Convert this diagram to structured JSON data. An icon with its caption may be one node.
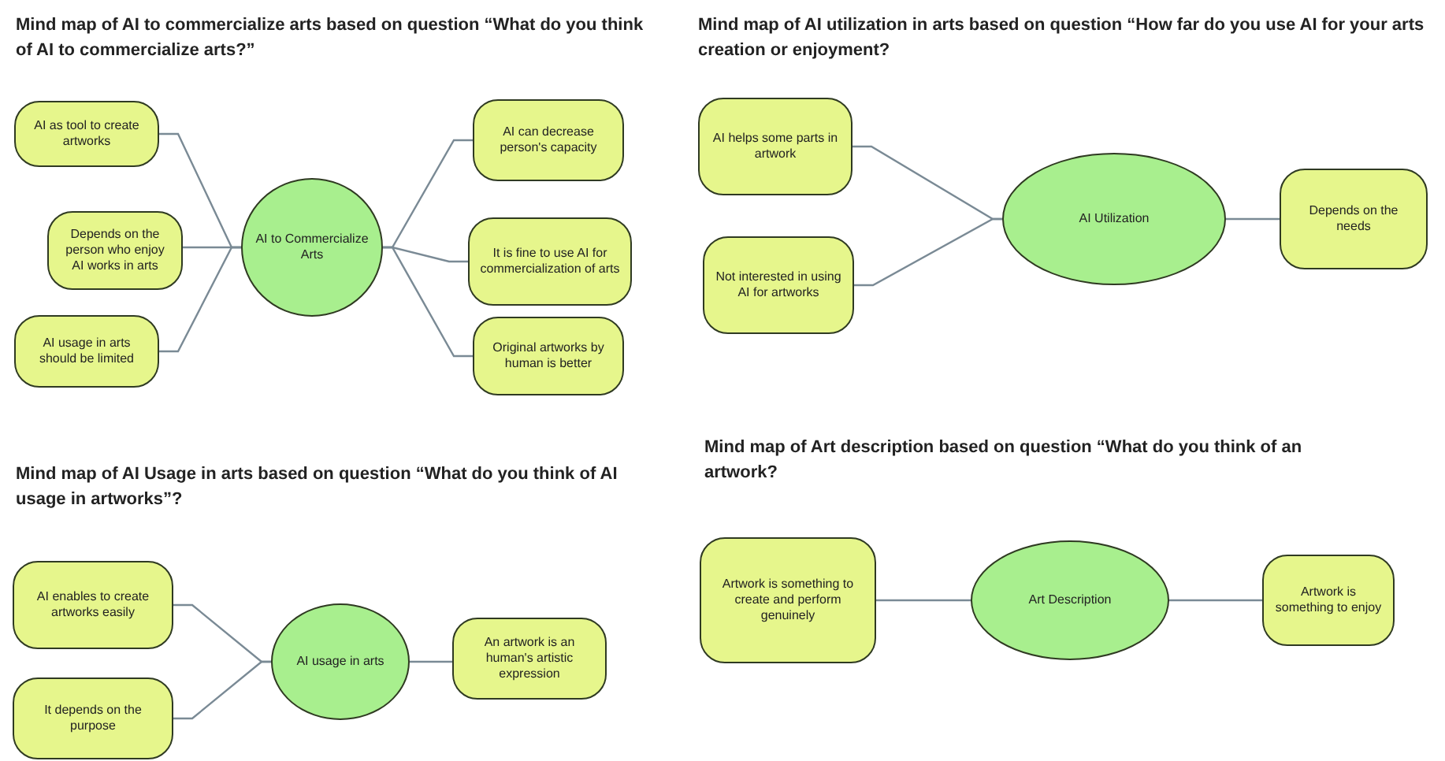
{
  "diagram": {
    "nodes": [
      {
        "text": [
          "AI as tool to create artworks"
        ]
      },
      {
        "text": [
          "Depends on the person who enjoy AI works in arts"
        ]
      },
      {
        "text": [
          "AI usage in arts should be limited"
        ]
      },
      {
        "text": [
          "AI to Commercialize Arts"
        ]
      },
      {
        "text": [
          "AI can decrease person's capacity"
        ]
      },
      {
        "text": [
          "It is fine to use AI for commercialization of arts"
        ]
      },
      {
        "text": [
          "Original artworks by human is better"
        ]
      },
      {
        "text": [
          "AI helps some parts in artwork"
        ]
      },
      {
        "text": [
          "Not interested in using AI for artworks"
        ]
      },
      {
        "text": [
          "AI Utilization"
        ]
      },
      {
        "text": [
          "Depends on the needs"
        ]
      },
      {
        "text": [
          "AI enables to create artworks easily"
        ]
      },
      {
        "text": [
          "It depends on the purpose"
        ]
      },
      {
        "text": [
          "AI usage in arts"
        ]
      },
      {
        "text": [
          "An artwork is an human's artistic expression"
        ]
      },
      {
        "text": [
          "Artwork is something to create and perform genuinely"
        ]
      },
      {
        "text": [
          "Art Description"
        ]
      },
      {
        "text": [
          "Artwork is something to enjoy"
        ]
      }
    ],
    "edges": [
      {
        "from": 3,
        "to": 0,
        "arrow": "none"
      },
      {
        "from": 3,
        "to": 1,
        "arrow": "none"
      },
      {
        "from": 3,
        "to": 2,
        "arrow": "none"
      },
      {
        "from": 3,
        "to": 4,
        "arrow": "none"
      },
      {
        "from": 3,
        "to": 5,
        "arrow": "none"
      },
      {
        "from": 3,
        "to": 6,
        "arrow": "none"
      },
      {
        "from": 9,
        "to": 7,
        "arrow": "none"
      },
      {
        "from": 9,
        "to": 8,
        "arrow": "none"
      },
      {
        "from": 9,
        "to": 10,
        "arrow": "none"
      },
      {
        "from": 13,
        "to": 11,
        "arrow": "none"
      },
      {
        "from": 13,
        "to": 12,
        "arrow": "none"
      },
      {
        "from": 13,
        "to": 14,
        "arrow": "none"
      },
      {
        "from": 16,
        "to": 15,
        "arrow": "none"
      },
      {
        "from": 16,
        "to": 17,
        "arrow": "none"
      }
    ],
    "labels": [
      "Mind map of AI to commercialize arts based on question “What do you think of AI to commercialize arts?”",
      "Mind map of AI utilization in arts based on question “How far do you use AI for your arts creation or enjoyment?",
      "Mind map of AI Usage in arts based on question “What do you think of AI usage in artworks”?",
      "Mind map of Art description based on question “What do you think of an artwork?"
    ]
  }
}
